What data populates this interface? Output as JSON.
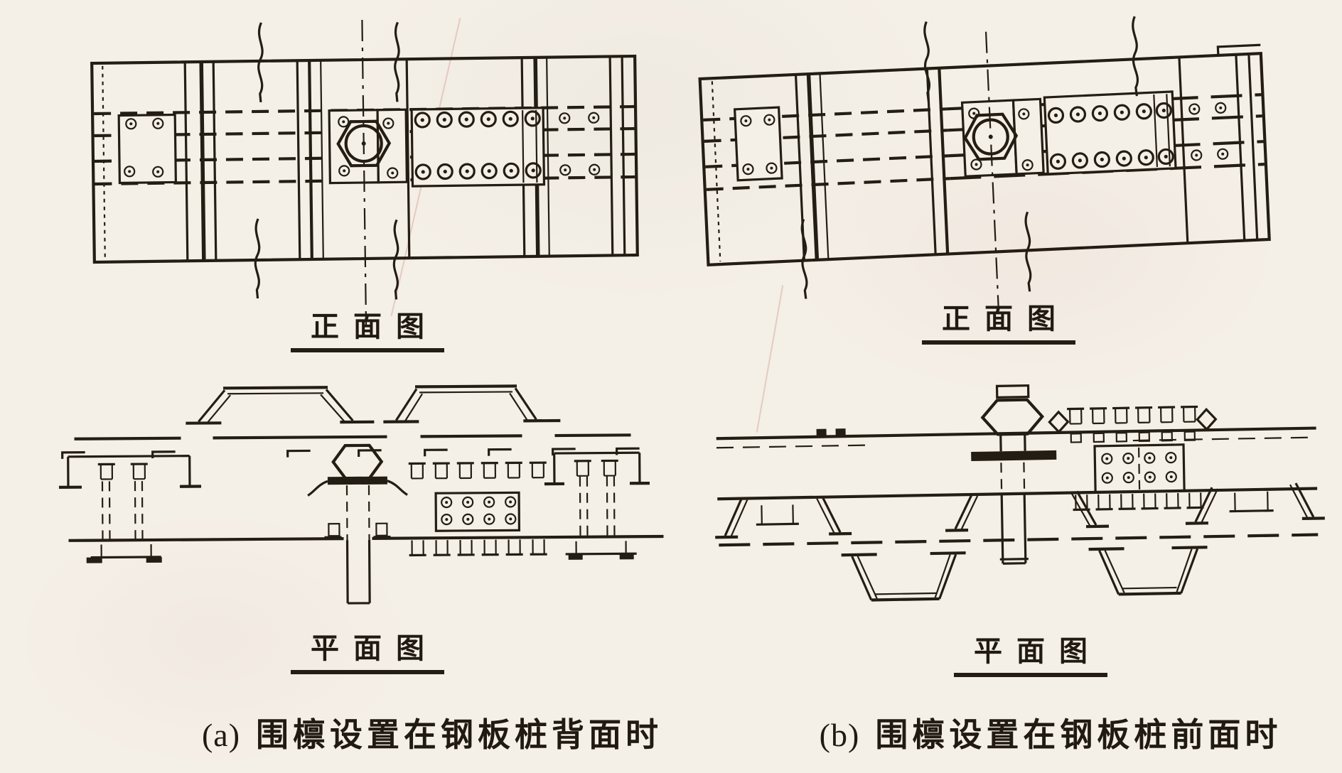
{
  "page": {
    "paper_color": "#f4efe7",
    "ink_color": "#241d14",
    "description": "Scanned engineering drawing: waling (wale beam) connection details for steel sheet piles, front and plan views for two arrangements"
  },
  "figures": {
    "a": {
      "id": "(a)",
      "front_label": "正面图",
      "plan_label": "平面图",
      "caption": "围檩设置在钢板桩背面时"
    },
    "b": {
      "id": "(b)",
      "front_label": "正面图",
      "plan_label": "平面图",
      "caption": "围檩设置在钢板桩前面时"
    }
  }
}
